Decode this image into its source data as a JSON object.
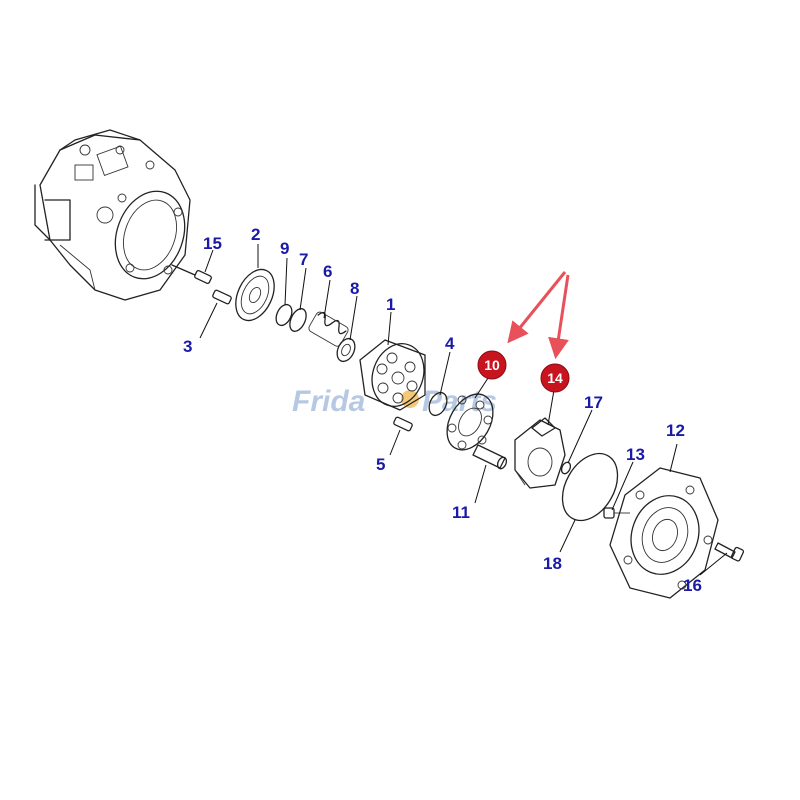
{
  "watermark": {
    "left": "Frida",
    "right": "Parts"
  },
  "callouts": [
    {
      "id": "15",
      "label": "15"
    },
    {
      "id": "2",
      "label": "2"
    },
    {
      "id": "9",
      "label": "9"
    },
    {
      "id": "7",
      "label": "7"
    },
    {
      "id": "6",
      "label": "6"
    },
    {
      "id": "8",
      "label": "8"
    },
    {
      "id": "1",
      "label": "1"
    },
    {
      "id": "3",
      "label": "3"
    },
    {
      "id": "4",
      "label": "4"
    },
    {
      "id": "5",
      "label": "5"
    },
    {
      "id": "11",
      "label": "11"
    },
    {
      "id": "17",
      "label": "17"
    },
    {
      "id": "12",
      "label": "12"
    },
    {
      "id": "13",
      "label": "13"
    },
    {
      "id": "18",
      "label": "18"
    },
    {
      "id": "16",
      "label": "16"
    }
  ],
  "highlighted": [
    {
      "id": "10",
      "label": "10"
    },
    {
      "id": "14",
      "label": "14"
    }
  ],
  "colors": {
    "callout": "#1a1aa6",
    "highlight": "#c8141e",
    "arrow": "#e8505a"
  }
}
